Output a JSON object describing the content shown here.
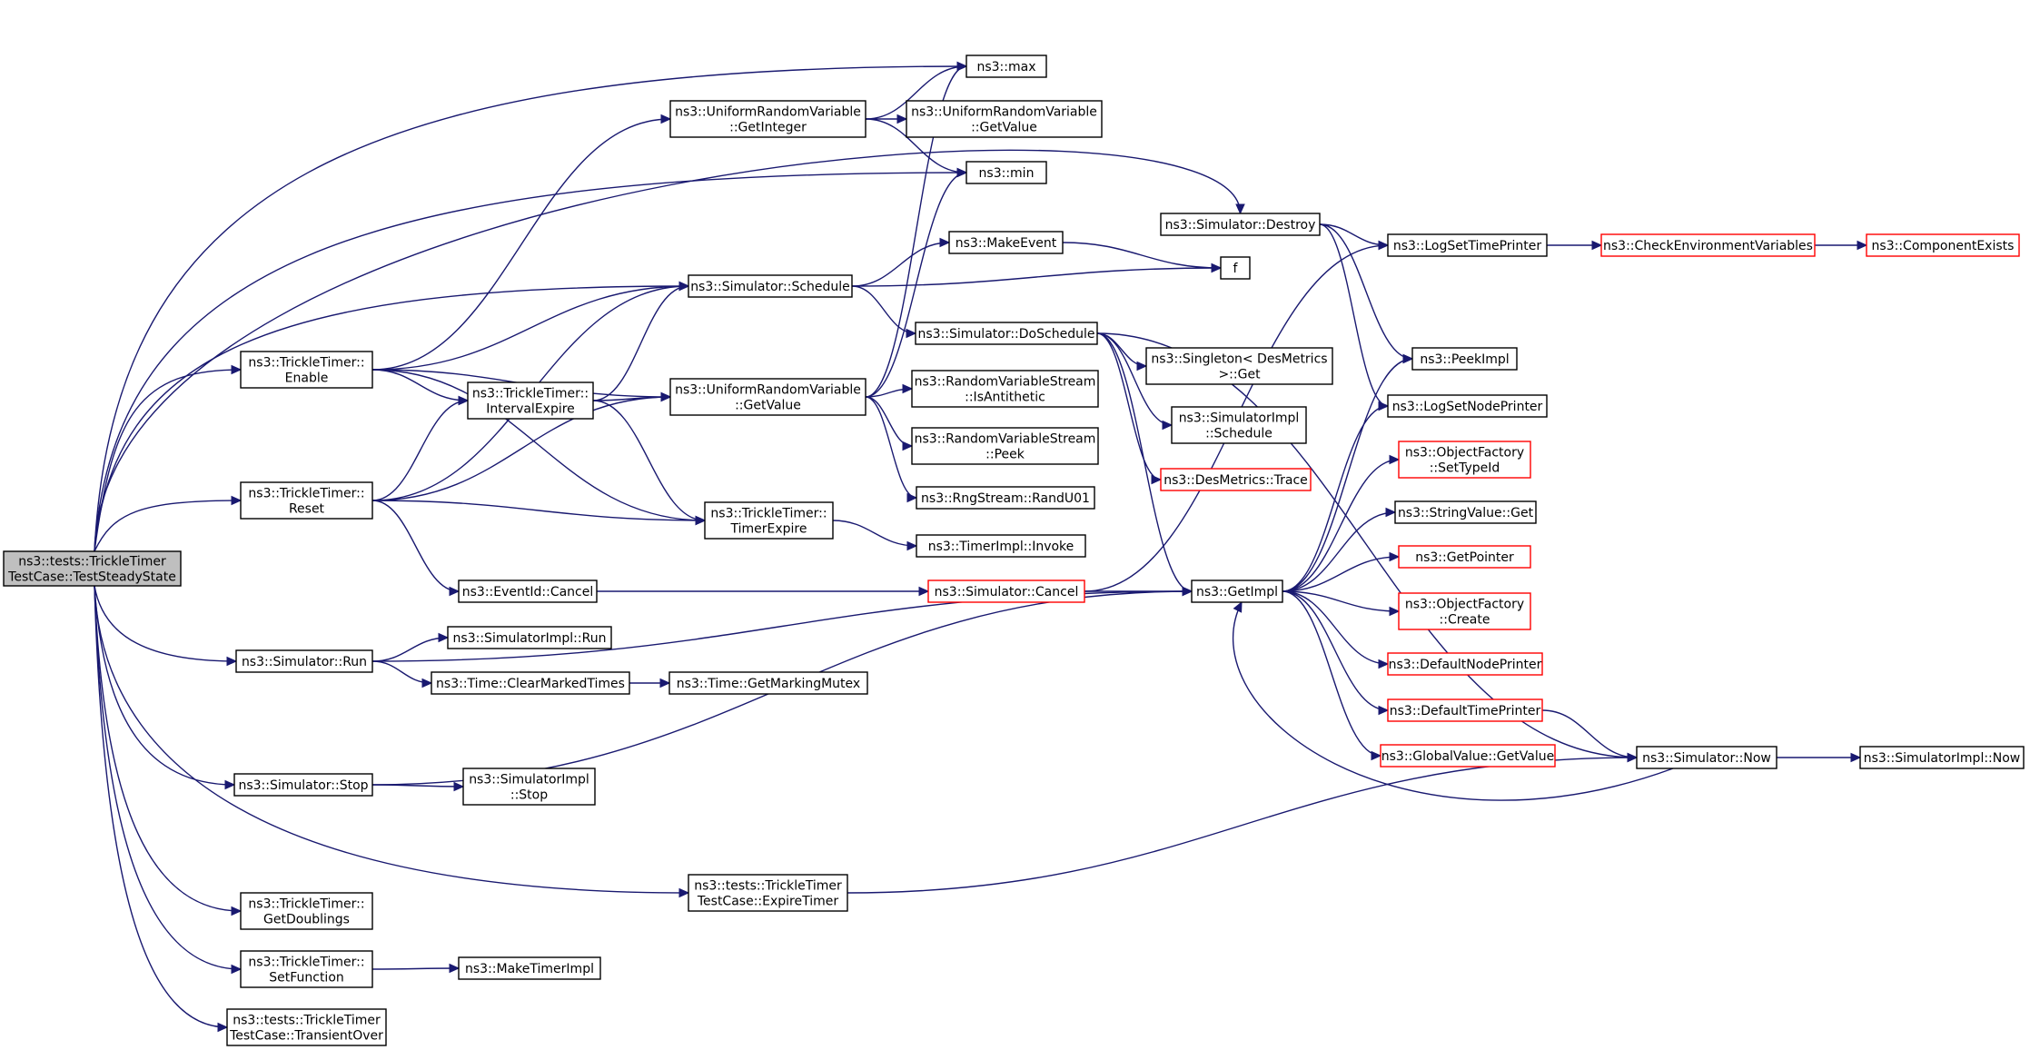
{
  "colors": {
    "edge": "#191970",
    "normal_border": "#000000",
    "incomplete_border": "#ff0000",
    "root_fill": "#bfbfbf",
    "normal_fill": "#ffffff"
  },
  "nodes": [
    {
      "id": "root",
      "lines": [
        "ns3::tests::TrickleTimer",
        "TestCase::TestSteadyState"
      ],
      "kind": "root"
    },
    {
      "id": "max",
      "lines": [
        "ns3::max"
      ],
      "kind": "normal"
    },
    {
      "id": "uri_getint",
      "lines": [
        "ns3::UniformRandomVariable",
        "::GetInteger"
      ],
      "kind": "normal"
    },
    {
      "id": "urv_getval_right",
      "lines": [
        "ns3::UniformRandomVariable",
        "::GetValue"
      ],
      "kind": "normal"
    },
    {
      "id": "min",
      "lines": [
        "ns3::min"
      ],
      "kind": "normal"
    },
    {
      "id": "sim_destroy",
      "lines": [
        "ns3::Simulator::Destroy"
      ],
      "kind": "normal"
    },
    {
      "id": "logsettime",
      "lines": [
        "ns3::LogSetTimePrinter"
      ],
      "kind": "normal"
    },
    {
      "id": "checkenv",
      "lines": [
        "ns3::CheckEnvironmentVariables"
      ],
      "kind": "incomplete"
    },
    {
      "id": "compexists",
      "lines": [
        "ns3::ComponentExists"
      ],
      "kind": "incomplete"
    },
    {
      "id": "makeevent",
      "lines": [
        "ns3::MakeEvent"
      ],
      "kind": "normal"
    },
    {
      "id": "f",
      "lines": [
        "f"
      ],
      "kind": "normal"
    },
    {
      "id": "sim_schedule",
      "lines": [
        "ns3::Simulator::Schedule"
      ],
      "kind": "normal"
    },
    {
      "id": "sim_doschedule",
      "lines": [
        "ns3::Simulator::DoSchedule"
      ],
      "kind": "normal"
    },
    {
      "id": "singleton_get",
      "lines": [
        "ns3::Singleton< DesMetrics",
        ">::Get"
      ],
      "kind": "normal"
    },
    {
      "id": "peekimpl",
      "lines": [
        "ns3::PeekImpl"
      ],
      "kind": "normal"
    },
    {
      "id": "tt_enable",
      "lines": [
        "ns3::TrickleTimer::",
        "Enable"
      ],
      "kind": "normal"
    },
    {
      "id": "tt_intexp",
      "lines": [
        "ns3::TrickleTimer::",
        "IntervalExpire"
      ],
      "kind": "normal"
    },
    {
      "id": "urv_getval",
      "lines": [
        "ns3::UniformRandomVariable",
        "::GetValue"
      ],
      "kind": "normal"
    },
    {
      "id": "rvs_isanti",
      "lines": [
        "ns3::RandomVariableStream",
        "::IsAntithetic"
      ],
      "kind": "normal"
    },
    {
      "id": "simimpl_sched",
      "lines": [
        "ns3::SimulatorImpl",
        "::Schedule"
      ],
      "kind": "normal"
    },
    {
      "id": "logsetnode",
      "lines": [
        "ns3::LogSetNodePrinter"
      ],
      "kind": "normal"
    },
    {
      "id": "rvs_peek",
      "lines": [
        "ns3::RandomVariableStream",
        "::Peek"
      ],
      "kind": "normal"
    },
    {
      "id": "desmetrics_trace",
      "lines": [
        "ns3::DesMetrics::Trace"
      ],
      "kind": "incomplete"
    },
    {
      "id": "objfact_settype",
      "lines": [
        "ns3::ObjectFactory",
        "::SetTypeId"
      ],
      "kind": "incomplete"
    },
    {
      "id": "tt_reset",
      "lines": [
        "ns3::TrickleTimer::",
        "Reset"
      ],
      "kind": "normal"
    },
    {
      "id": "rng_randu01",
      "lines": [
        "ns3::RngStream::RandU01"
      ],
      "kind": "normal"
    },
    {
      "id": "stringvalue_get",
      "lines": [
        "ns3::StringValue::Get"
      ],
      "kind": "normal"
    },
    {
      "id": "tt_timerexp",
      "lines": [
        "ns3::TrickleTimer::",
        "TimerExpire"
      ],
      "kind": "normal"
    },
    {
      "id": "timerimpl_invoke",
      "lines": [
        "ns3::TimerImpl::Invoke"
      ],
      "kind": "normal"
    },
    {
      "id": "getpointer",
      "lines": [
        "ns3::GetPointer"
      ],
      "kind": "incomplete"
    },
    {
      "id": "eventid_cancel",
      "lines": [
        "ns3::EventId::Cancel"
      ],
      "kind": "normal"
    },
    {
      "id": "sim_cancel",
      "lines": [
        "ns3::Simulator::Cancel"
      ],
      "kind": "incomplete"
    },
    {
      "id": "getimpl",
      "lines": [
        "ns3::GetImpl"
      ],
      "kind": "normal"
    },
    {
      "id": "objfact_create",
      "lines": [
        "ns3::ObjectFactory",
        "::Create"
      ],
      "kind": "incomplete"
    },
    {
      "id": "simimpl_run",
      "lines": [
        "ns3::SimulatorImpl::Run"
      ],
      "kind": "normal"
    },
    {
      "id": "sim_run",
      "lines": [
        "ns3::Simulator::Run"
      ],
      "kind": "normal"
    },
    {
      "id": "defnodeprinter",
      "lines": [
        "ns3::DefaultNodePrinter"
      ],
      "kind": "incomplete"
    },
    {
      "id": "time_clearmarked",
      "lines": [
        "ns3::Time::ClearMarkedTimes"
      ],
      "kind": "normal"
    },
    {
      "id": "time_getmarking",
      "lines": [
        "ns3::Time::GetMarkingMutex"
      ],
      "kind": "normal"
    },
    {
      "id": "deftimeprinter",
      "lines": [
        "ns3::DefaultTimePrinter"
      ],
      "kind": "incomplete"
    },
    {
      "id": "globalvalue_get",
      "lines": [
        "ns3::GlobalValue::GetValue"
      ],
      "kind": "incomplete"
    },
    {
      "id": "sim_now",
      "lines": [
        "ns3::Simulator::Now"
      ],
      "kind": "normal"
    },
    {
      "id": "simimpl_now",
      "lines": [
        "ns3::SimulatorImpl::Now"
      ],
      "kind": "normal"
    },
    {
      "id": "simimpl_stop",
      "lines": [
        "ns3::SimulatorImpl",
        "::Stop"
      ],
      "kind": "normal"
    },
    {
      "id": "sim_stop",
      "lines": [
        "ns3::Simulator::Stop"
      ],
      "kind": "normal"
    },
    {
      "id": "tt_expiretimer",
      "lines": [
        "ns3::tests::TrickleTimer",
        "TestCase::ExpireTimer"
      ],
      "kind": "normal"
    },
    {
      "id": "tt_getdoublings",
      "lines": [
        "ns3::TrickleTimer::",
        "GetDoublings"
      ],
      "kind": "normal"
    },
    {
      "id": "tt_setfunction",
      "lines": [
        "ns3::TrickleTimer::",
        "SetFunction"
      ],
      "kind": "normal"
    },
    {
      "id": "maketimerimpl",
      "lines": [
        "ns3::MakeTimerImpl"
      ],
      "kind": "normal"
    },
    {
      "id": "tt_transient",
      "lines": [
        "ns3::tests::TrickleTimer",
        "TestCase::TransientOver"
      ],
      "kind": "normal"
    }
  ],
  "edges": [
    [
      "root",
      "max"
    ],
    [
      "root",
      "min"
    ],
    [
      "root",
      "sim_destroy"
    ],
    [
      "root",
      "sim_schedule"
    ],
    [
      "root",
      "tt_enable"
    ],
    [
      "root",
      "tt_reset"
    ],
    [
      "root",
      "sim_run"
    ],
    [
      "root",
      "sim_stop"
    ],
    [
      "root",
      "tt_expiretimer"
    ],
    [
      "root",
      "tt_getdoublings"
    ],
    [
      "root",
      "tt_setfunction"
    ],
    [
      "root",
      "tt_transient"
    ],
    [
      "uri_getint",
      "max"
    ],
    [
      "uri_getint",
      "urv_getval_right"
    ],
    [
      "uri_getint",
      "min"
    ],
    [
      "sim_destroy",
      "logsettime"
    ],
    [
      "sim_destroy",
      "peekimpl"
    ],
    [
      "sim_destroy",
      "logsetnode"
    ],
    [
      "logsettime",
      "checkenv"
    ],
    [
      "checkenv",
      "compexists"
    ],
    [
      "makeevent",
      "f"
    ],
    [
      "sim_schedule",
      "makeevent"
    ],
    [
      "sim_schedule",
      "f"
    ],
    [
      "sim_schedule",
      "sim_doschedule"
    ],
    [
      "sim_doschedule",
      "singleton_get"
    ],
    [
      "sim_doschedule",
      "simimpl_sched"
    ],
    [
      "sim_doschedule",
      "desmetrics_trace"
    ],
    [
      "sim_doschedule",
      "getimpl"
    ],
    [
      "sim_doschedule",
      "sim_now"
    ],
    [
      "tt_enable",
      "uri_getint"
    ],
    [
      "tt_enable",
      "sim_schedule"
    ],
    [
      "tt_enable",
      "urv_getval"
    ],
    [
      "tt_enable",
      "tt_intexp"
    ],
    [
      "tt_enable",
      "tt_timerexp"
    ],
    [
      "tt_intexp",
      "sim_schedule"
    ],
    [
      "tt_intexp",
      "urv_getval"
    ],
    [
      "tt_intexp",
      "tt_timerexp"
    ],
    [
      "urv_getval",
      "max"
    ],
    [
      "urv_getval",
      "min"
    ],
    [
      "urv_getval",
      "rvs_isanti"
    ],
    [
      "urv_getval",
      "rvs_peek"
    ],
    [
      "urv_getval",
      "rng_randu01"
    ],
    [
      "tt_reset",
      "sim_schedule"
    ],
    [
      "tt_reset",
      "tt_intexp"
    ],
    [
      "tt_reset",
      "urv_getval"
    ],
    [
      "tt_reset",
      "tt_timerexp"
    ],
    [
      "tt_reset",
      "eventid_cancel"
    ],
    [
      "tt_timerexp",
      "timerimpl_invoke"
    ],
    [
      "eventid_cancel",
      "sim_cancel"
    ],
    [
      "sim_cancel",
      "getimpl"
    ],
    [
      "sim_cancel",
      "logsettime"
    ],
    [
      "getimpl",
      "peekimpl"
    ],
    [
      "getimpl",
      "logsetnode"
    ],
    [
      "getimpl",
      "objfact_settype"
    ],
    [
      "getimpl",
      "stringvalue_get"
    ],
    [
      "getimpl",
      "getpointer"
    ],
    [
      "getimpl",
      "objfact_create"
    ],
    [
      "getimpl",
      "defnodeprinter"
    ],
    [
      "getimpl",
      "deftimeprinter"
    ],
    [
      "getimpl",
      "globalvalue_get"
    ],
    [
      "deftimeprinter",
      "sim_now"
    ],
    [
      "sim_now",
      "getimpl"
    ],
    [
      "sim_now",
      "simimpl_now"
    ],
    [
      "sim_run",
      "simimpl_run"
    ],
    [
      "sim_run",
      "time_clearmarked"
    ],
    [
      "sim_run",
      "getimpl"
    ],
    [
      "time_clearmarked",
      "time_getmarking"
    ],
    [
      "sim_stop",
      "simimpl_stop"
    ],
    [
      "sim_stop",
      "getimpl"
    ],
    [
      "tt_expiretimer",
      "sim_now"
    ],
    [
      "tt_setfunction",
      "maketimerimpl"
    ]
  ]
}
